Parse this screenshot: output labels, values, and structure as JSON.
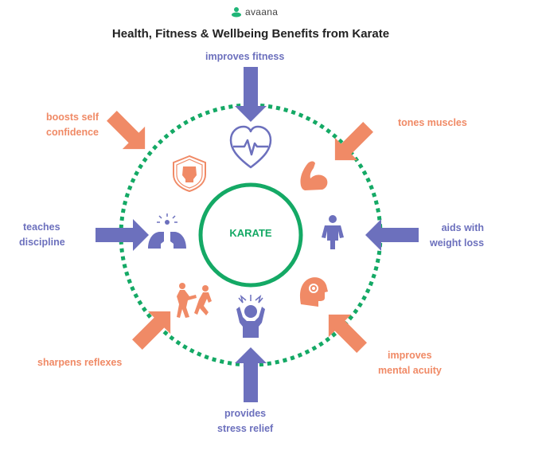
{
  "brand": {
    "name": "avaana"
  },
  "title": "Health, Fitness & Wellbeing Benefits from Karate",
  "center": {
    "label": "KARATE"
  },
  "colors": {
    "blue": "#6c70bd",
    "orange": "#f08a66",
    "green": "#14a965"
  },
  "benefits": [
    {
      "line1": "improves fitness",
      "line2": "",
      "icon": "heart-pulse-icon"
    },
    {
      "line1": "tones muscles",
      "line2": "",
      "icon": "flexed-bicep-icon"
    },
    {
      "line1": "aids with",
      "line2": "weight loss",
      "icon": "person-waist-icon"
    },
    {
      "line1": "improves",
      "line2": "mental acuity",
      "icon": "head-target-icon"
    },
    {
      "line1": "provides",
      "line2": "stress relief",
      "icon": "stressed-person-icon"
    },
    {
      "line1": "sharpens reflexes",
      "line2": "",
      "icon": "sparring-fighters-icon"
    },
    {
      "line1": "teaches",
      "line2": "discipline",
      "icon": "meditation-icon"
    },
    {
      "line1": "boosts self",
      "line2": "confidence",
      "icon": "fist-shield-icon"
    }
  ]
}
